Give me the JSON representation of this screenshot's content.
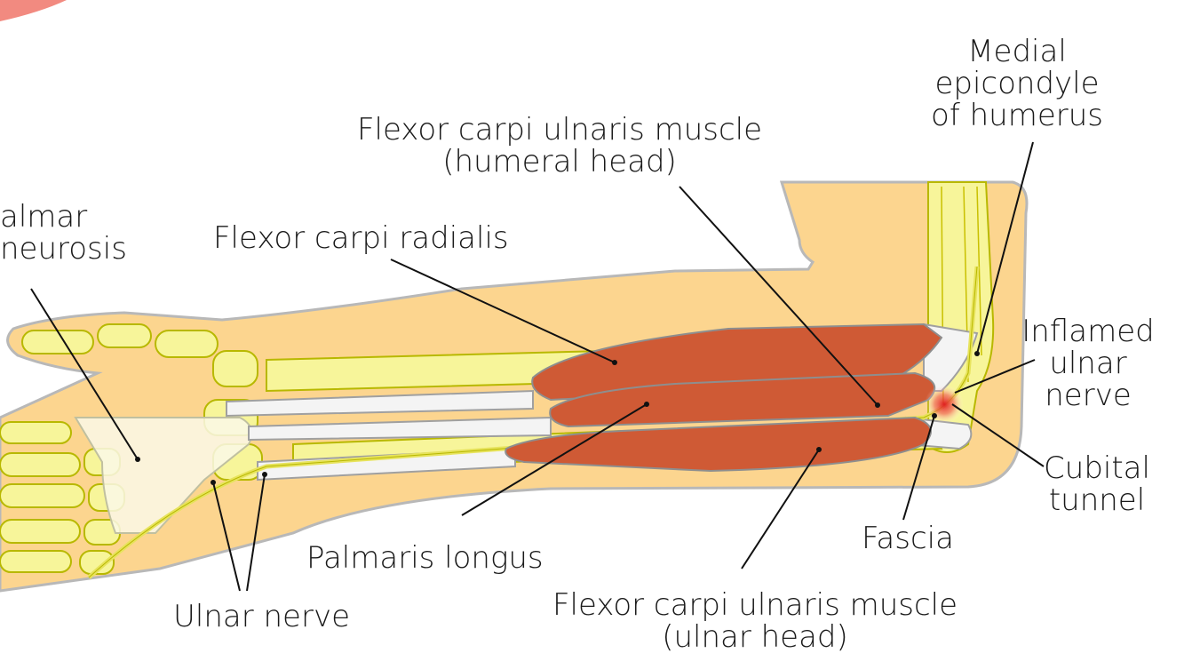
{
  "labels": {
    "medial_epicondyle": [
      "Medial",
      "epicondyle",
      "of humerus"
    ],
    "fcu_humeral": [
      "Flexor carpi ulnaris muscle",
      "(humeral head)"
    ],
    "palmar_aponeurosis": [
      "almar",
      "neurosis"
    ],
    "flexor_carpi_radialis": "Flexor carpi radialis",
    "inflamed_ulnar_nerve": [
      "Inflamed",
      "ulnar",
      "nerve"
    ],
    "cubital_tunnel": [
      "Cubital",
      "tunnel"
    ],
    "fascia": "Fascia",
    "palmaris_longus": "Palmaris longus",
    "fcu_ulnar": [
      "Flexor carpi ulnaris muscle",
      "(ulnar head)"
    ],
    "ulnar_nerve": "Ulnar nerve"
  },
  "colors": {
    "skin": "#fcd58f",
    "skin_outline": "#b8b8b8",
    "bone": "#f7f59a",
    "bone_outline": "#b8b800",
    "muscle": "#cf5a35",
    "muscle_outline": "#8e8e8e",
    "tendon": "#f4f4f4",
    "nerve": "#e7e35c",
    "inflammation": "#e02020",
    "leader": "#111111"
  }
}
